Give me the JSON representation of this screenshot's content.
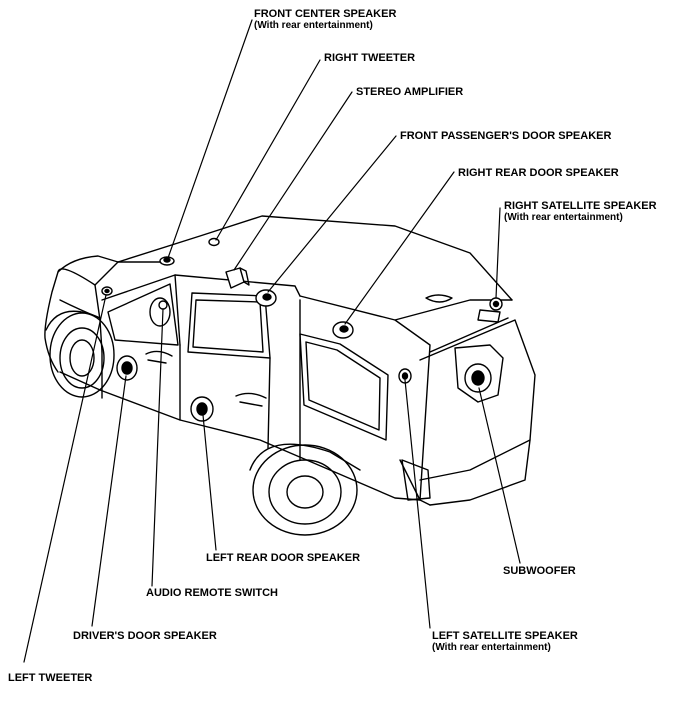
{
  "labels": {
    "front_center_speaker": {
      "name": "FRONT CENTER SPEAKER",
      "note": "(With rear entertainment)"
    },
    "right_tweeter": {
      "name": "RIGHT TWEETER"
    },
    "stereo_amplifier": {
      "name": "STEREO AMPLIFIER"
    },
    "front_passenger_door_speaker": {
      "name": "FRONT PASSENGER'S DOOR SPEAKER"
    },
    "right_rear_door_speaker": {
      "name": "RIGHT REAR DOOR SPEAKER"
    },
    "right_satellite_speaker": {
      "name": "RIGHT SATELLITE SPEAKER",
      "note": "(With rear entertainment)"
    },
    "left_rear_door_speaker": {
      "name": "LEFT REAR DOOR SPEAKER"
    },
    "subwoofer": {
      "name": "SUBWOOFER"
    },
    "audio_remote_switch": {
      "name": "AUDIO REMOTE SWITCH"
    },
    "drivers_door_speaker": {
      "name": "DRIVER'S DOOR SPEAKER"
    },
    "left_satellite_speaker": {
      "name": "LEFT SATELLITE SPEAKER",
      "note": "(With rear entertainment)"
    },
    "left_tweeter": {
      "name": "LEFT TWEETER"
    }
  }
}
